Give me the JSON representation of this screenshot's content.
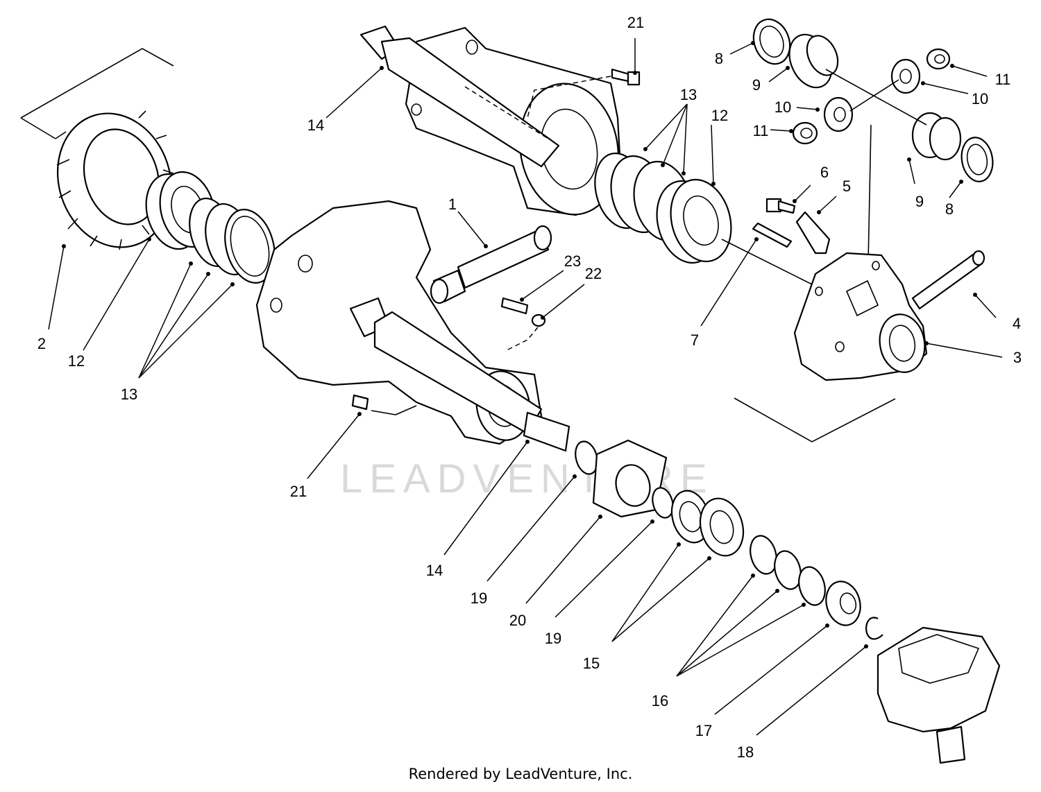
{
  "diagram": {
    "watermark": "LEADVENTURE",
    "caption": "Rendered by LeadVenture, Inc.",
    "callouts": [
      {
        "id": "c1",
        "text": "1"
      },
      {
        "id": "c2",
        "text": "2"
      },
      {
        "id": "c3",
        "text": "3"
      },
      {
        "id": "c4",
        "text": "4"
      },
      {
        "id": "c5",
        "text": "5"
      },
      {
        "id": "c6",
        "text": "6"
      },
      {
        "id": "c7",
        "text": "7"
      },
      {
        "id": "c8a",
        "text": "8"
      },
      {
        "id": "c8b",
        "text": "8"
      },
      {
        "id": "c9a",
        "text": "9"
      },
      {
        "id": "c9b",
        "text": "9"
      },
      {
        "id": "c10a",
        "text": "10"
      },
      {
        "id": "c10b",
        "text": "10"
      },
      {
        "id": "c11a",
        "text": "11"
      },
      {
        "id": "c11b",
        "text": "11"
      },
      {
        "id": "c12a",
        "text": "12"
      },
      {
        "id": "c12b",
        "text": "12"
      },
      {
        "id": "c13a",
        "text": "13"
      },
      {
        "id": "c13b",
        "text": "13"
      },
      {
        "id": "c14a",
        "text": "14"
      },
      {
        "id": "c14b",
        "text": "14"
      },
      {
        "id": "c15",
        "text": "15"
      },
      {
        "id": "c16",
        "text": "16"
      },
      {
        "id": "c17",
        "text": "17"
      },
      {
        "id": "c18",
        "text": "18"
      },
      {
        "id": "c19a",
        "text": "19"
      },
      {
        "id": "c19b",
        "text": "19"
      },
      {
        "id": "c20",
        "text": "20"
      },
      {
        "id": "c21a",
        "text": "21"
      },
      {
        "id": "c21b",
        "text": "21"
      },
      {
        "id": "c22",
        "text": "22"
      },
      {
        "id": "c23",
        "text": "23"
      }
    ]
  }
}
